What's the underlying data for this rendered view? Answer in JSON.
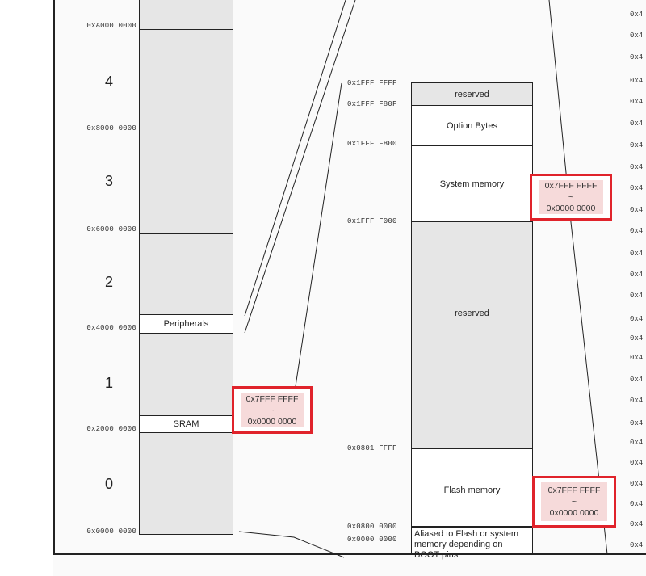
{
  "left_map": {
    "addresses": [
      "0xA000 0000",
      "0x8000 0000",
      "0x6000 0000",
      "0x4000 0000",
      "0x2000 0000",
      "0x0000 0000"
    ],
    "regions": [
      "4",
      "3",
      "2",
      "1",
      "0"
    ],
    "peripherals_label": "Peripherals",
    "sram_label": "SRAM"
  },
  "center_map": {
    "addresses": {
      "a_1fff_ffff": "0x1FFF FFFF",
      "a_1fff_f80f": "0x1FFF F80F",
      "a_1fff_f800": "0x1FFF F800",
      "a_1fff_f000": "0x1FFF F000",
      "a_0801_ffff": "0x0801 FFFF",
      "a_0800_0000": "0x0800 0000",
      "a_0000_0000": "0x0000 0000"
    },
    "reserved_top": "reserved",
    "option_bytes": "Option Bytes",
    "system_memory": "System memory",
    "reserved_mid": "reserved",
    "flash_memory": "Flash memory",
    "aliased": "Aliased to Flash or system memory depending on BOOT pins"
  },
  "redbox": {
    "top": "0x7FFF FFFF",
    "tilde": "~",
    "bottom": "0x0000 0000"
  },
  "right_edge": {
    "label": "0x4"
  }
}
